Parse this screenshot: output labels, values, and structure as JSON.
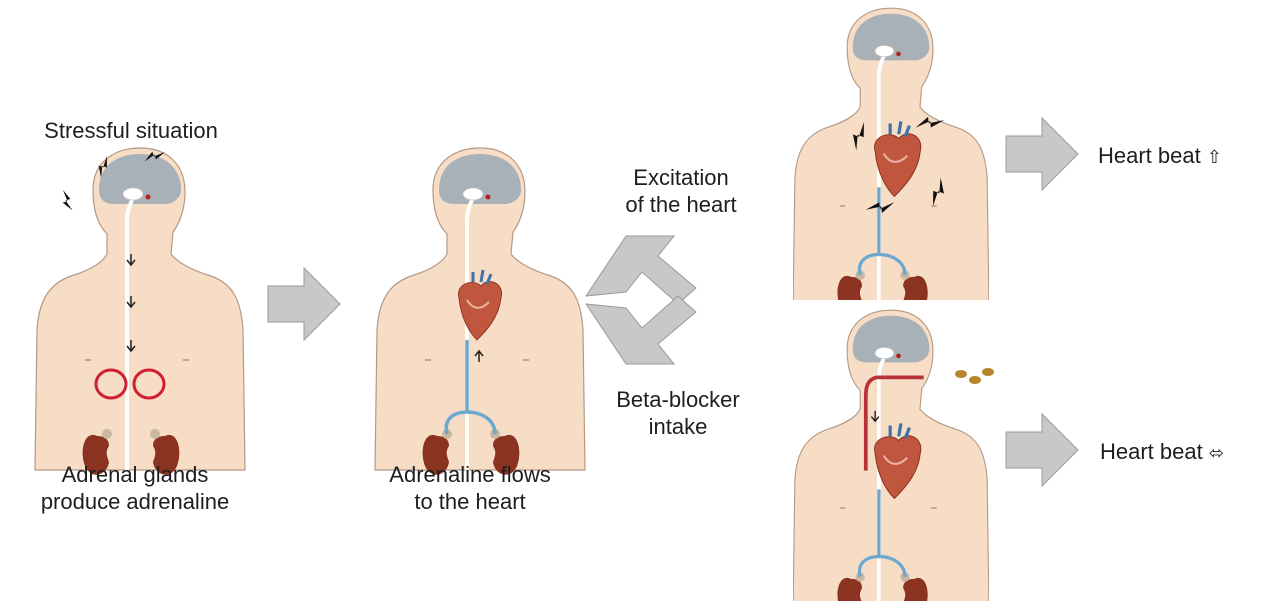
{
  "panel1": {
    "top_label": "Stressful situation",
    "caption_line1": "Adrenal glands",
    "caption_line2": "produce adrenaline"
  },
  "panel2": {
    "caption_line1": "Adrenaline flows",
    "caption_line2": "to the heart"
  },
  "branch": {
    "upper_line1": "Excitation",
    "upper_line2": "of the heart",
    "lower_line1": "Beta-blocker",
    "lower_line2": "intake"
  },
  "outcome_up": {
    "text": "Heart beat",
    "symbol": "⇧",
    "icon": "up-arrow-icon"
  },
  "outcome_same": {
    "text": "Heart beat",
    "symbol": "⬄",
    "icon": "left-right-arrow-icon"
  },
  "colors": {
    "skin": "#f7dcc6",
    "skin_stroke": "#b39a86",
    "brain": "#a9b1b8",
    "kidney": "#8a3320",
    "vessel_blue": "#6aa8cf",
    "heart": "#c0563e",
    "arrow_fill": "#c8c8c8",
    "highlight_red": "#d02030",
    "pill": "#b8862a"
  }
}
